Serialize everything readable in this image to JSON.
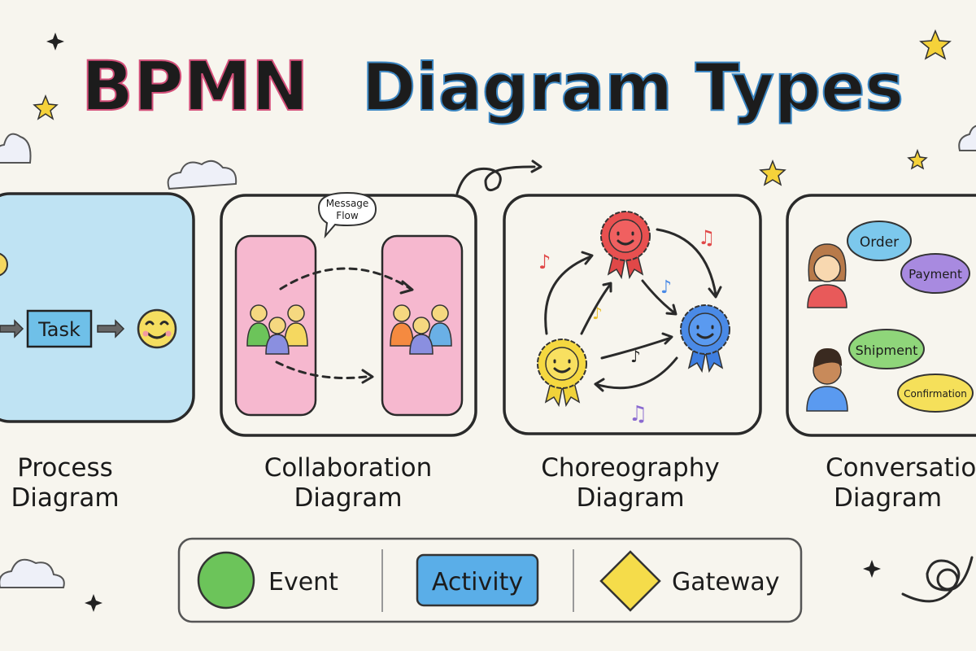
{
  "title": {
    "part1": "BPMN",
    "part2": "Diagram Types",
    "color1": "#f07aa0",
    "color2": "#4ea8e0"
  },
  "panels": [
    {
      "caption_line1": "Process",
      "caption_line2": "Diagram",
      "fill": "#bfe3f3",
      "task_label": "Task"
    },
    {
      "caption_line1": "Collaboration",
      "caption_line2": "Diagram",
      "fill": "#f6b8cf",
      "message_label_line1": "Message",
      "message_label_line2": "Flow"
    },
    {
      "caption_line1": "Choreography",
      "caption_line2": "Diagram"
    },
    {
      "caption_line1": "Conversation",
      "caption_line2": "Diagram",
      "bubbles": [
        "Order",
        "Payment",
        "Shipment",
        "Confirmation"
      ]
    }
  ],
  "legend": {
    "items": [
      {
        "label": "Event",
        "color": "#6cc45a"
      },
      {
        "label": "Activity",
        "color": "#5aaee8"
      },
      {
        "label": "Gateway",
        "color": "#f5dc4a"
      }
    ]
  }
}
